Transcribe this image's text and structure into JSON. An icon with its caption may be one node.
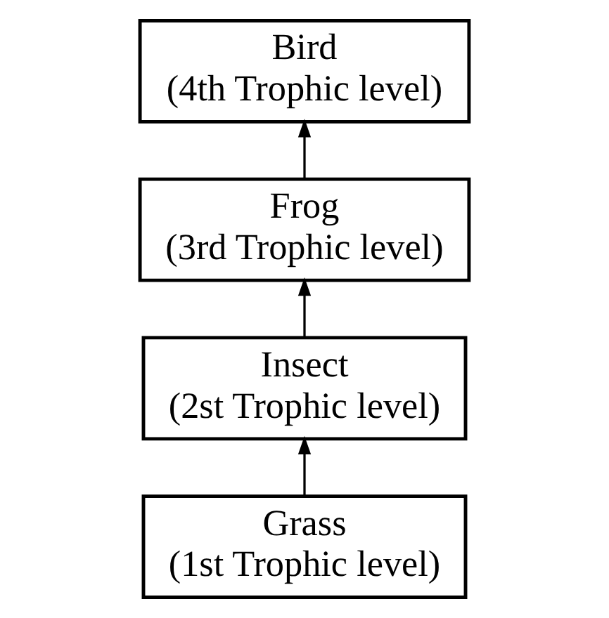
{
  "diagram": {
    "nodes": [
      {
        "text": [
          "Bird",
          "(4th Trophic level)"
        ]
      },
      {
        "text": [
          "Frog",
          "(3rd Trophic level)"
        ]
      },
      {
        "text": [
          "Insect",
          "(2st Trophic level)"
        ]
      },
      {
        "text": [
          "Grass",
          "(1st Trophic level)"
        ]
      }
    ],
    "edges": [
      {
        "from": 3,
        "to": 2,
        "arrow": "to"
      },
      {
        "from": 2,
        "to": 1,
        "arrow": "to"
      },
      {
        "from": 1,
        "to": 0,
        "arrow": "to"
      }
    ]
  }
}
